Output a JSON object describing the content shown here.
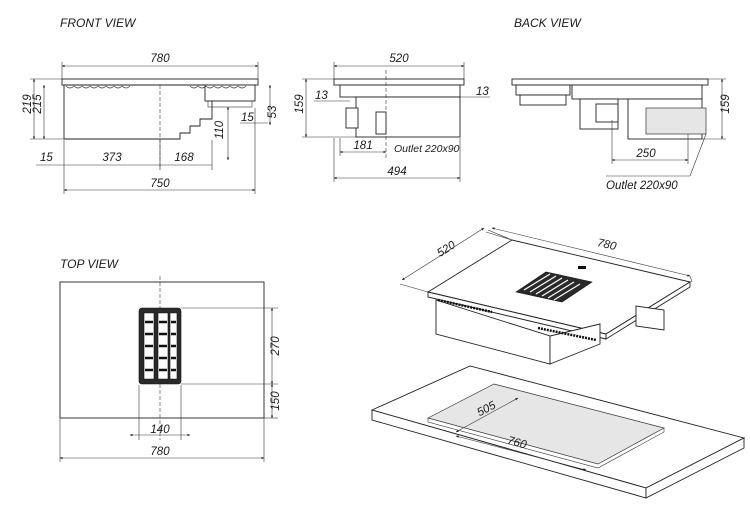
{
  "views": {
    "front": {
      "title": "FRONT VIEW",
      "dims": {
        "width_top": "780",
        "height_total": "219",
        "height_body": "215",
        "left_offset": "15",
        "center_left": "373",
        "center_right": "168",
        "depth_low": "110",
        "right_step": "15",
        "right_height": "53",
        "width_bottom": "750"
      }
    },
    "side": {
      "dims": {
        "width_top": "520",
        "height": "159",
        "left_small": "13",
        "right_small": "13",
        "offset": "181",
        "width_bottom": "494"
      },
      "outlet_label": "Outlet 220x90"
    },
    "back": {
      "title": "BACK VIEW",
      "dims": {
        "height": "159",
        "outlet_width": "250"
      },
      "outlet_label": "Outlet 220x90"
    },
    "top": {
      "title": "TOP VIEW",
      "dims": {
        "depth_a": "270",
        "depth_b": "150",
        "grille_width": "140",
        "width": "780"
      }
    },
    "iso": {
      "dims": {
        "depth": "520",
        "width": "780",
        "cutout_depth": "505",
        "cutout_width": "760"
      }
    }
  }
}
